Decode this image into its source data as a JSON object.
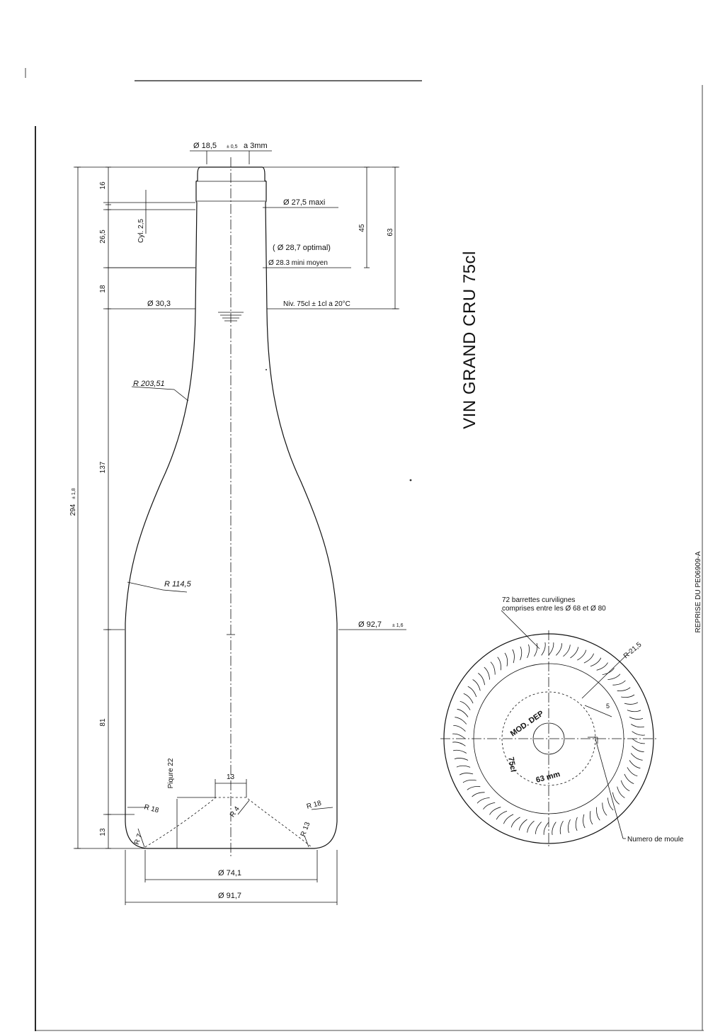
{
  "title": "VIN GRAND CRU 75cl",
  "reference": "REPRISE DU PE06909-A",
  "dimensions": {
    "neck_top_diam": "Ø 18,5",
    "neck_top_tol": "± 0,5",
    "neck_top_at": "a 3mm",
    "finish_diam": "Ø 27,5 maxi",
    "neck_optimal": "( Ø 28,7 optimal)",
    "neck_min": "Ø 28.3 mini moyen",
    "neck_diam": "Ø 30,3",
    "fill_level": "Niv. 75cl ± 1cl a 20°C",
    "shoulder_radius": "R 203,51",
    "heel_radius": "R 114,5",
    "body_diam": "Ø 92,7",
    "body_tol": "± 1,6",
    "base_contact_diam": "Ø 74,1",
    "base_diam": "Ø 91,7",
    "total_height": "294",
    "total_height_tol": "± 1,8",
    "h16": "16",
    "h26_5": "26,5",
    "h18": "18",
    "h137": "137",
    "h81": "81",
    "h13": "13",
    "h45": "45",
    "h63": "63",
    "cyl": "Cyl. 2,5",
    "punt": "Piqure 22",
    "punt_width": "13",
    "r18_left": "R 18",
    "r18_right": "R 18",
    "r7": "R 7",
    "r4": "R 4",
    "r13": "R 13"
  },
  "base_view": {
    "note_line1": "72 barrettes curvilignes",
    "note_line2": "comprises entre les  Ø 68 et Ø 80",
    "radius": "R 21,5",
    "dim_5": "5",
    "mark_mod": "MOD. DEP",
    "mark_capacity": "75cl",
    "mark_diam": "63 mm",
    "mould_number": "Numero de moule"
  }
}
